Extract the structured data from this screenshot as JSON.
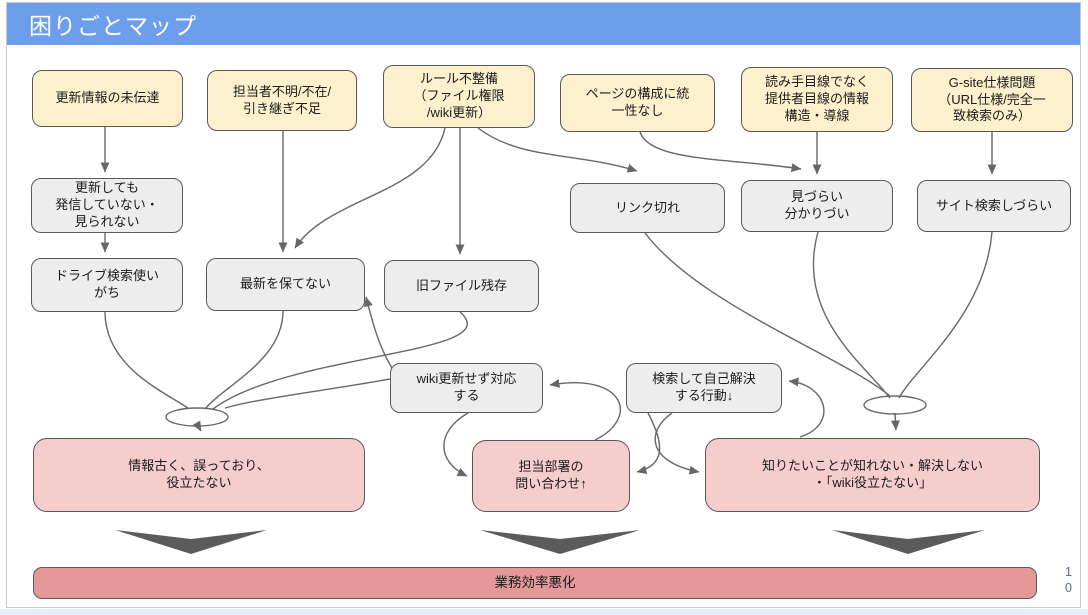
{
  "header": {
    "title": "困りごとマップ"
  },
  "page_number": "10",
  "colors": {
    "header_bg": "#6d9eeb",
    "cause_box": "#fcf0cd",
    "effect_box": "#ededed",
    "outcome_box": "#f5cdcd",
    "final_bar": "#e59898",
    "line": "#676767",
    "funnel_arrow": "#5b5b5b"
  },
  "nodes": {
    "n1": {
      "label": "更新情報の未伝達",
      "type": "cause"
    },
    "n2": {
      "label": "担当者不明/不在/\n引き継ぎ不足",
      "type": "cause"
    },
    "n3": {
      "label": "ルール不整備\n（ファイル権限\n/wiki更新）",
      "type": "cause"
    },
    "n4": {
      "label": "ページの構成に統\n一性なし",
      "type": "cause"
    },
    "n5": {
      "label": "読み手目線でなく\n提供者目線の情報\n構造・導線",
      "type": "cause"
    },
    "n6": {
      "label": "G-site仕様問題\n（URL仕様/完全一\n致検索のみ）",
      "type": "cause"
    },
    "n7": {
      "label": "更新しても\n発信していない・\n見られない",
      "type": "effect"
    },
    "n8": {
      "label": "リンク切れ",
      "type": "effect"
    },
    "n9": {
      "label": "見づらい\n分かりづい",
      "type": "effect"
    },
    "n10": {
      "label": "サイト検索しづらい",
      "type": "effect"
    },
    "n11": {
      "label": "ドライブ検索使い\nがち",
      "type": "effect"
    },
    "n12": {
      "label": "最新を保てない",
      "type": "effect"
    },
    "n13": {
      "label": "旧ファイル残存",
      "type": "effect"
    },
    "n14": {
      "label": "wiki更新せず対応\nする",
      "type": "effect"
    },
    "n15": {
      "label": "検索して自己解決\nする行動↓",
      "type": "effect"
    },
    "n16": {
      "label": "情報古く、誤っており、\n役立たない",
      "type": "outcome"
    },
    "n17": {
      "label": "担当部署の\n問い合わせ↑",
      "type": "outcome"
    },
    "n18": {
      "label": "知りたいことが知れない・解決しない\n・「wiki役立たない」",
      "type": "outcome"
    }
  },
  "outcome_bar": {
    "label": "業務効率悪化"
  },
  "edges": [
    {
      "from": "n1",
      "to": "n7"
    },
    {
      "from": "n7",
      "to": "n11"
    },
    {
      "from": "n2",
      "to": "n12"
    },
    {
      "from": "n3",
      "to": "n12"
    },
    {
      "from": "n3",
      "to": "n13"
    },
    {
      "from": "n3",
      "to": "n8"
    },
    {
      "from": "n4",
      "to": "n9"
    },
    {
      "from": "n5",
      "to": "n9"
    },
    {
      "from": "n6",
      "to": "n10"
    },
    {
      "from": "n11",
      "to": "n16"
    },
    {
      "from": "n12",
      "to": "n16"
    },
    {
      "from": "n13",
      "to": "n16"
    },
    {
      "from": "n14",
      "to": "n16"
    },
    {
      "from": "n8",
      "to": "n18"
    },
    {
      "from": "n9",
      "to": "n18"
    },
    {
      "from": "n10",
      "to": "n18"
    },
    {
      "from": "n17",
      "to": "n14"
    },
    {
      "from": "n14",
      "to": "n12"
    },
    {
      "from": "n15",
      "to": "n17"
    },
    {
      "from": "n18",
      "to": "n15"
    },
    {
      "from": "n14",
      "to": "n17"
    },
    {
      "from": "n15",
      "to": "n18"
    },
    {
      "from": "n16",
      "to": "outcome_bar"
    },
    {
      "from": "n17",
      "to": "outcome_bar"
    },
    {
      "from": "n18",
      "to": "outcome_bar"
    }
  ]
}
